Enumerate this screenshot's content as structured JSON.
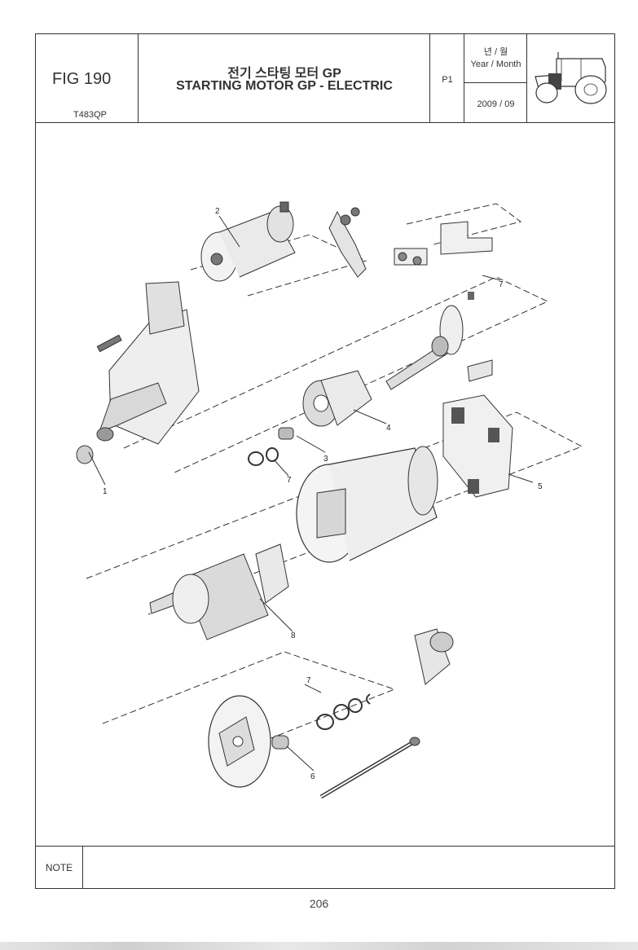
{
  "header": {
    "fig_number": "FIG 190",
    "model_code": "T483QP",
    "title_ko": "전기 스타팅 모터 GP",
    "title_en": "STARTING MOTOR GP - ELECTRIC",
    "page": "P1",
    "year_month_ko": "년 / 월",
    "year_month_en": "Year / Month",
    "date": "2009  / 09"
  },
  "callouts": {
    "c1": "1",
    "c2": "2",
    "c3": "3",
    "c4": "4",
    "c5": "5",
    "c6": "6",
    "c7a": "7",
    "c7b": "7",
    "c7c": "7",
    "c8": "8"
  },
  "footer": {
    "note_label": "NOTE",
    "note_text": "",
    "page_number": "206"
  },
  "icons": {
    "tractor": "tractor-icon"
  },
  "colors": {
    "line": "#333333",
    "part_fill": "#ececec",
    "part_dark": "#555555"
  }
}
